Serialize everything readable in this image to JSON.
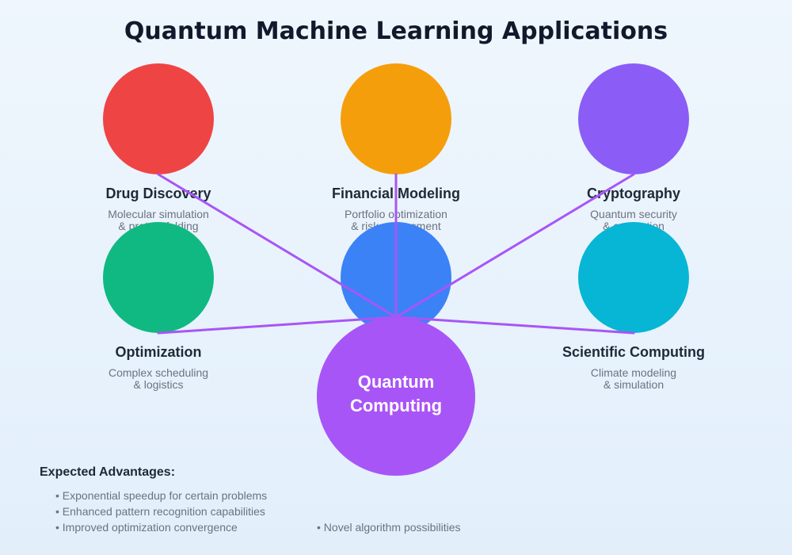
{
  "title": "Quantum Machine Learning Applications",
  "hub": {
    "line1": "Quantum",
    "line2": "Computing",
    "color": "#a855f7"
  },
  "connector_color": "#a855f7",
  "applications": [
    {
      "title": "Drug Discovery",
      "desc1": "Molecular simulation",
      "desc2": "& protein folding",
      "color": "#ef4444"
    },
    {
      "title": "Financial Modeling",
      "desc1": "Portfolio optimization",
      "desc2": "& risk assessment",
      "color": "#f59e0b"
    },
    {
      "title": "Cryptography",
      "desc1": "Quantum security",
      "desc2": "& encryption",
      "color": "#8b5cf6"
    },
    {
      "title": "Optimization",
      "desc1": "Complex scheduling",
      "desc2": "& logistics",
      "color": "#10b981"
    },
    {
      "title": "",
      "desc1": "",
      "desc2": "",
      "color": "#3b82f6"
    },
    {
      "title": "Scientific Computing",
      "desc1": "Climate modeling",
      "desc2": "& simulation",
      "color": "#06b6d4"
    }
  ],
  "advantages": {
    "heading": "Expected Advantages:",
    "items": [
      "• Exponential speedup for certain problems",
      "• Enhanced pattern recognition capabilities",
      "• Improved optimization convergence",
      "• Novel algorithm possibilities"
    ]
  }
}
